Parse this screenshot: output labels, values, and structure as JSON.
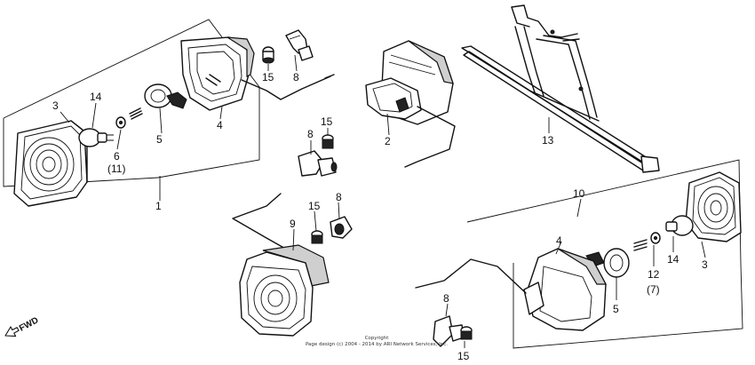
{
  "diagram": {
    "callouts": {
      "left_assembly": "1",
      "left_bulb": "14",
      "left_lens": "3",
      "left_socket_washer": "6",
      "left_socket_washer_alt": "(11)",
      "left_socket": "5",
      "left_housing": "4",
      "top_nut": "15",
      "top_connector": "8",
      "front_unit": "2",
      "mid_connector": "8",
      "mid_nut": "15",
      "bracket": "13",
      "right_assembly": "10",
      "right_housing": "4",
      "right_washer": "12",
      "right_washer_alt": "(7)",
      "right_bulb": "14",
      "right_lens": "3",
      "right_socket": "5",
      "lower_unit": "9",
      "lower_nut": "15",
      "lower_connector": "8",
      "bottom_connector": "8",
      "bottom_nut": "15"
    },
    "direction_label": "FWD",
    "copyright_line1": "Copyright",
    "copyright_line2": "Page design (c) 2004 - 2014 by ARI Network Services, Inc."
  }
}
